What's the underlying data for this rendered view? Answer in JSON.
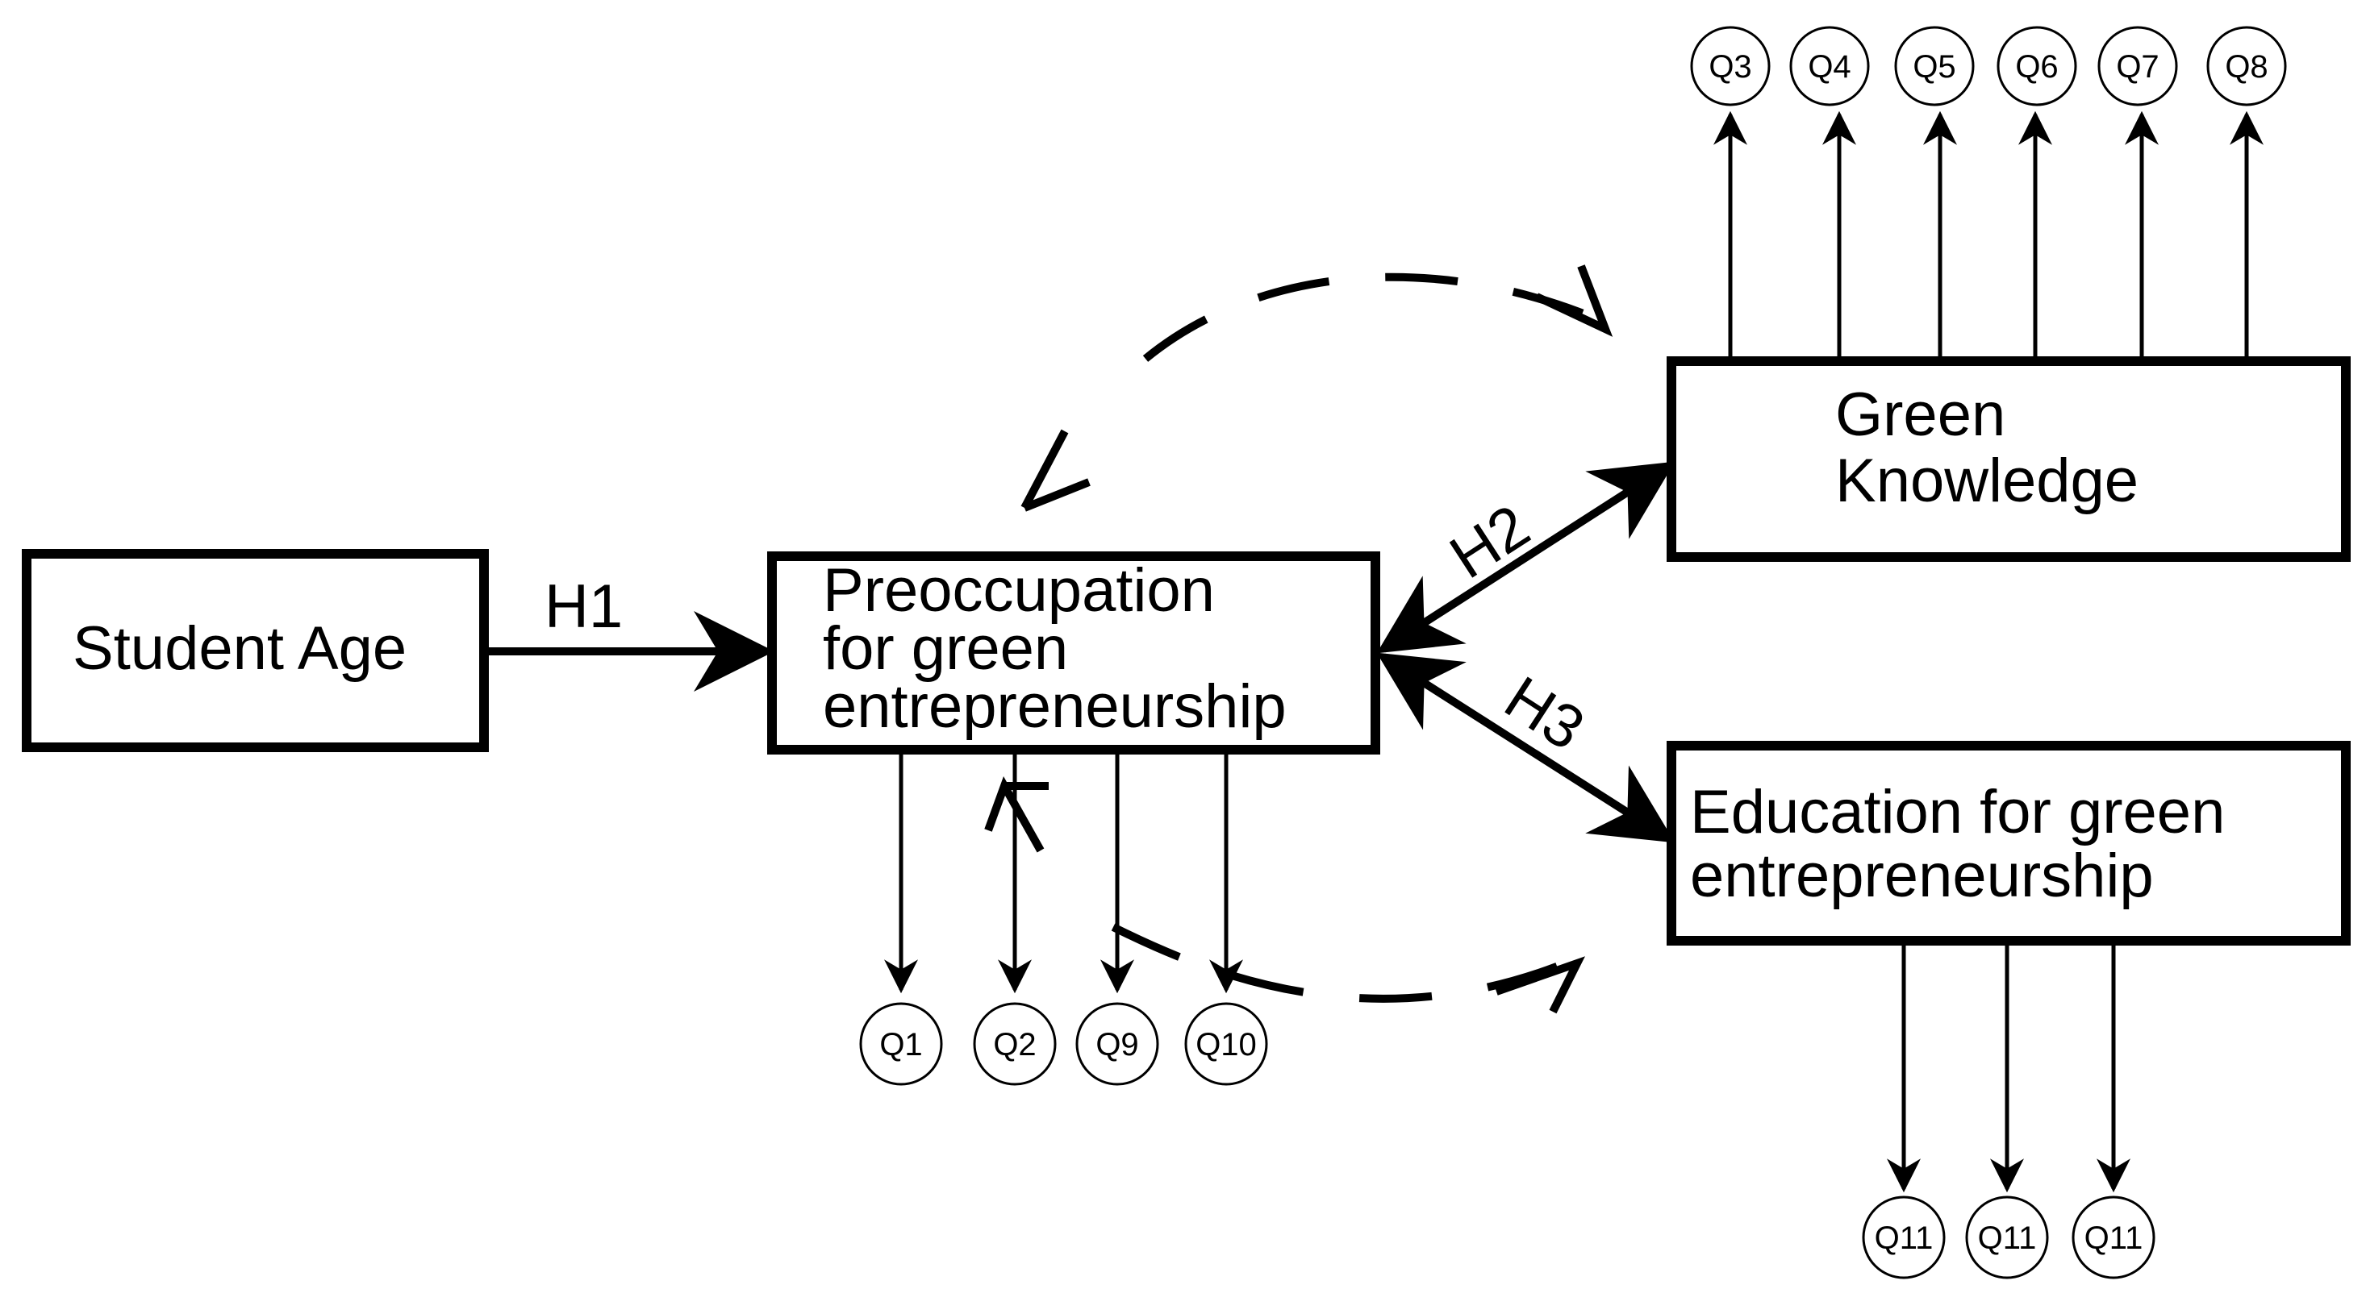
{
  "nodes": {
    "student_age": {
      "label": "Student Age"
    },
    "preoccupation": {
      "lines": [
        "Preoccupation",
        "for green",
        "entrepreneurship"
      ]
    },
    "green_knowledge": {
      "lines": [
        "Green",
        "Knowledge"
      ]
    },
    "education": {
      "lines": [
        "Education for green",
        "entrepreneurship"
      ]
    }
  },
  "hypotheses": {
    "h1": "H1",
    "h2": "H2",
    "h3": "H3"
  },
  "indicators": {
    "preoccupation": [
      "Q1",
      "Q2",
      "Q9",
      "Q10"
    ],
    "green_knowledge": [
      "Q3",
      "Q4",
      "Q5",
      "Q6",
      "Q7",
      "Q8"
    ],
    "education": [
      "Q11",
      "Q11",
      "Q11"
    ]
  }
}
